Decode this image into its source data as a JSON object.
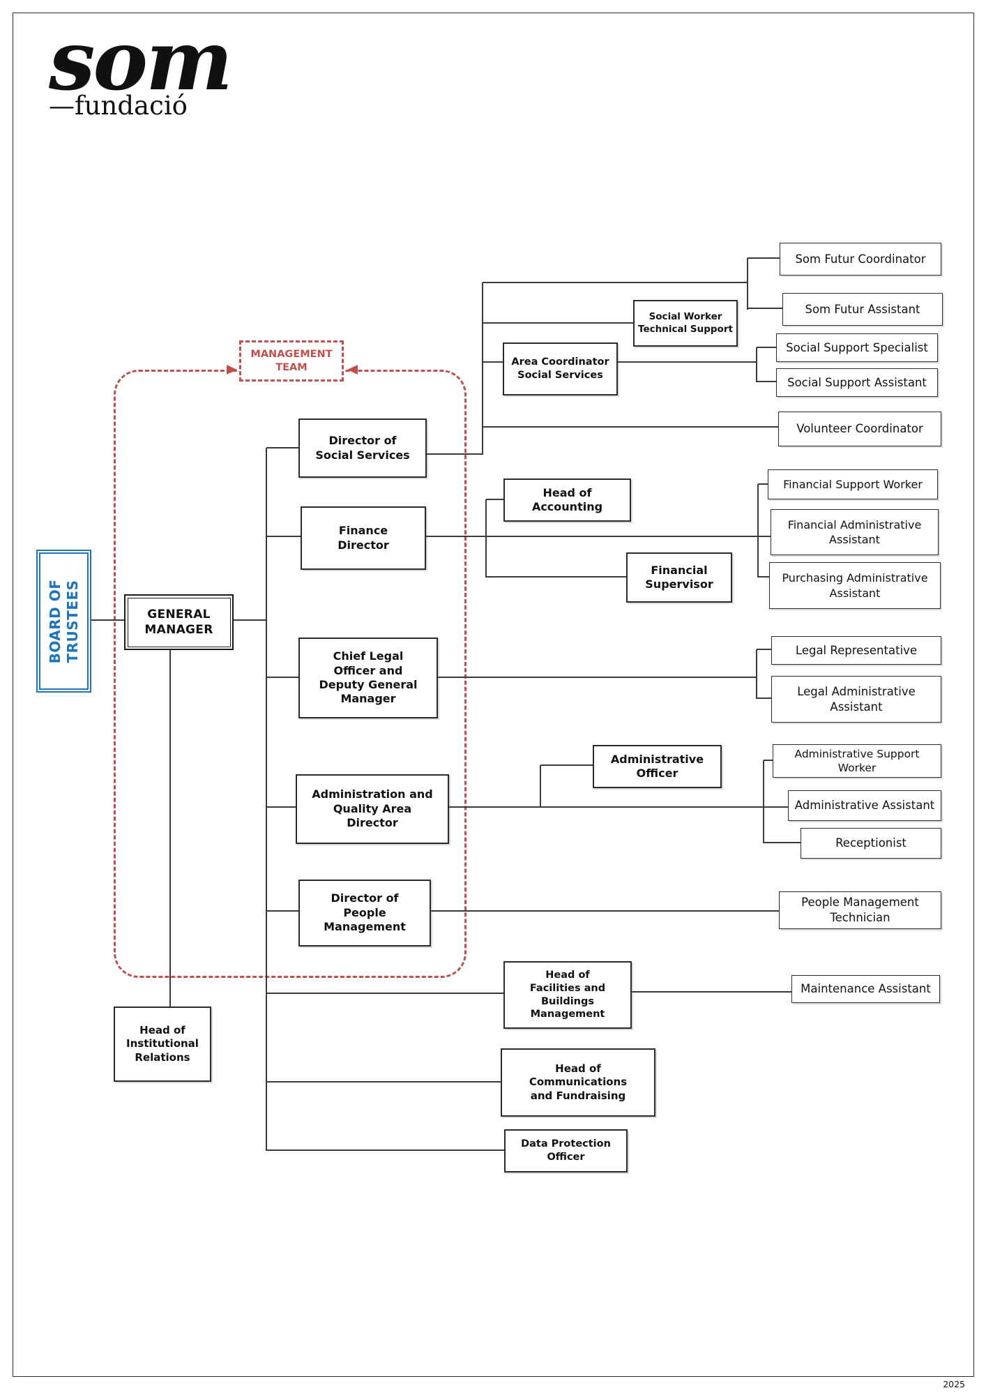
{
  "logo": {
    "wordmark": "som",
    "subtitle": "—fundació"
  },
  "page": {
    "year": "2025"
  },
  "colors": {
    "accent_red": "#c0504d",
    "accent_blue": "#1f75bc",
    "line": "#3a3a3a"
  },
  "management_team_label": "MANAGEMENT\nTEAM",
  "nodes": {
    "board_of_trustees": {
      "label": "BOARD OF\nTRUSTEES"
    },
    "general_manager": {
      "label": "GENERAL\nMANAGER"
    },
    "head_institutional_relations": {
      "label": "Head of\nInstitutional\nRelations"
    },
    "director_social_services": {
      "label": "Director of\nSocial Services"
    },
    "finance_director": {
      "label": "Finance\nDirector"
    },
    "chief_legal_officer": {
      "label": "Chief Legal\nOfficer and\nDeputy General\nManager"
    },
    "admin_quality_director": {
      "label": "Administration and\nQuality Area\nDirector"
    },
    "director_people_management": {
      "label": "Director of\nPeople\nManagement"
    },
    "area_coordinator_social_services": {
      "label": "Area Coordinator\nSocial Services"
    },
    "social_worker_technical_support": {
      "label": "Social Worker\nTechnical Support"
    },
    "som_futur_coordinator": {
      "label": "Som Futur Coordinator"
    },
    "som_futur_assistant": {
      "label": "Som Futur Assistant"
    },
    "social_support_specialist": {
      "label": "Social Support Specialist"
    },
    "social_support_assistant": {
      "label": "Social Support Assistant"
    },
    "volunteer_coordinator": {
      "label": "Volunteer Coordinator"
    },
    "head_of_accounting": {
      "label": "Head of\nAccounting"
    },
    "financial_supervisor": {
      "label": "Financial\nSupervisor"
    },
    "financial_support_worker": {
      "label": "Financial Support Worker"
    },
    "financial_administrative_assistant": {
      "label": "Financial Administrative\nAssistant"
    },
    "purchasing_administrative_assistant": {
      "label": "Purchasing Administrative\nAssistant"
    },
    "legal_representative": {
      "label": "Legal Representative"
    },
    "legal_administrative_assistant": {
      "label": "Legal Administrative\nAssistant"
    },
    "administrative_officer": {
      "label": "Administrative\nOfficer"
    },
    "administrative_support_worker": {
      "label": "Administrative Support\nWorker"
    },
    "administrative_assistant": {
      "label": "Administrative Assistant"
    },
    "receptionist": {
      "label": "Receptionist"
    },
    "people_management_technician": {
      "label": "People Management\nTechnician"
    },
    "head_facilities": {
      "label": "Head of\nFacilities and\nBuildings\nManagement"
    },
    "maintenance_assistant": {
      "label": "Maintenance Assistant"
    },
    "head_communications": {
      "label": "Head of\nCommunications\nand Fundraising"
    },
    "data_protection_officer": {
      "label": "Data Protection\nOfficer"
    }
  }
}
